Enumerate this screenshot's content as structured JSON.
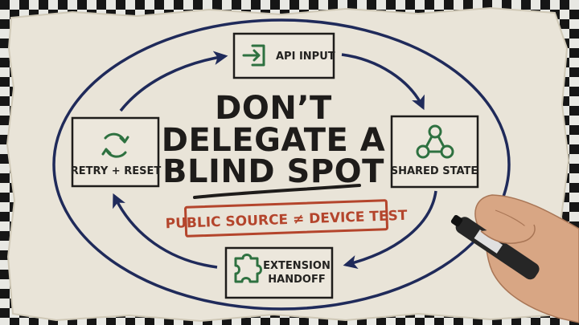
{
  "title": {
    "line1": "DON’T",
    "line2": "DELEGATE A",
    "line3": "BLIND SPOT"
  },
  "stamp": "PUBLIC SOURCE ≠ DEVICE TEST",
  "nodes": {
    "api_input": {
      "label": "API INPUT",
      "icon": "login-arrow-icon"
    },
    "shared_state": {
      "label": "SHARED STATE",
      "icon": "network-triangle-icon"
    },
    "extension_handoff": {
      "line1": "EXTENSION",
      "line2": "HANDOFF",
      "icon": "puzzle-piece-icon"
    },
    "retry_reset": {
      "label": "RETRY + RESET",
      "icon": "refresh-cycle-icon"
    }
  },
  "colors": {
    "paper": "#e9e4d8",
    "ink": "#1e1c1a",
    "loop": "#1f2a5a",
    "icon": "#2e7140",
    "stamp": "#b4452c"
  }
}
